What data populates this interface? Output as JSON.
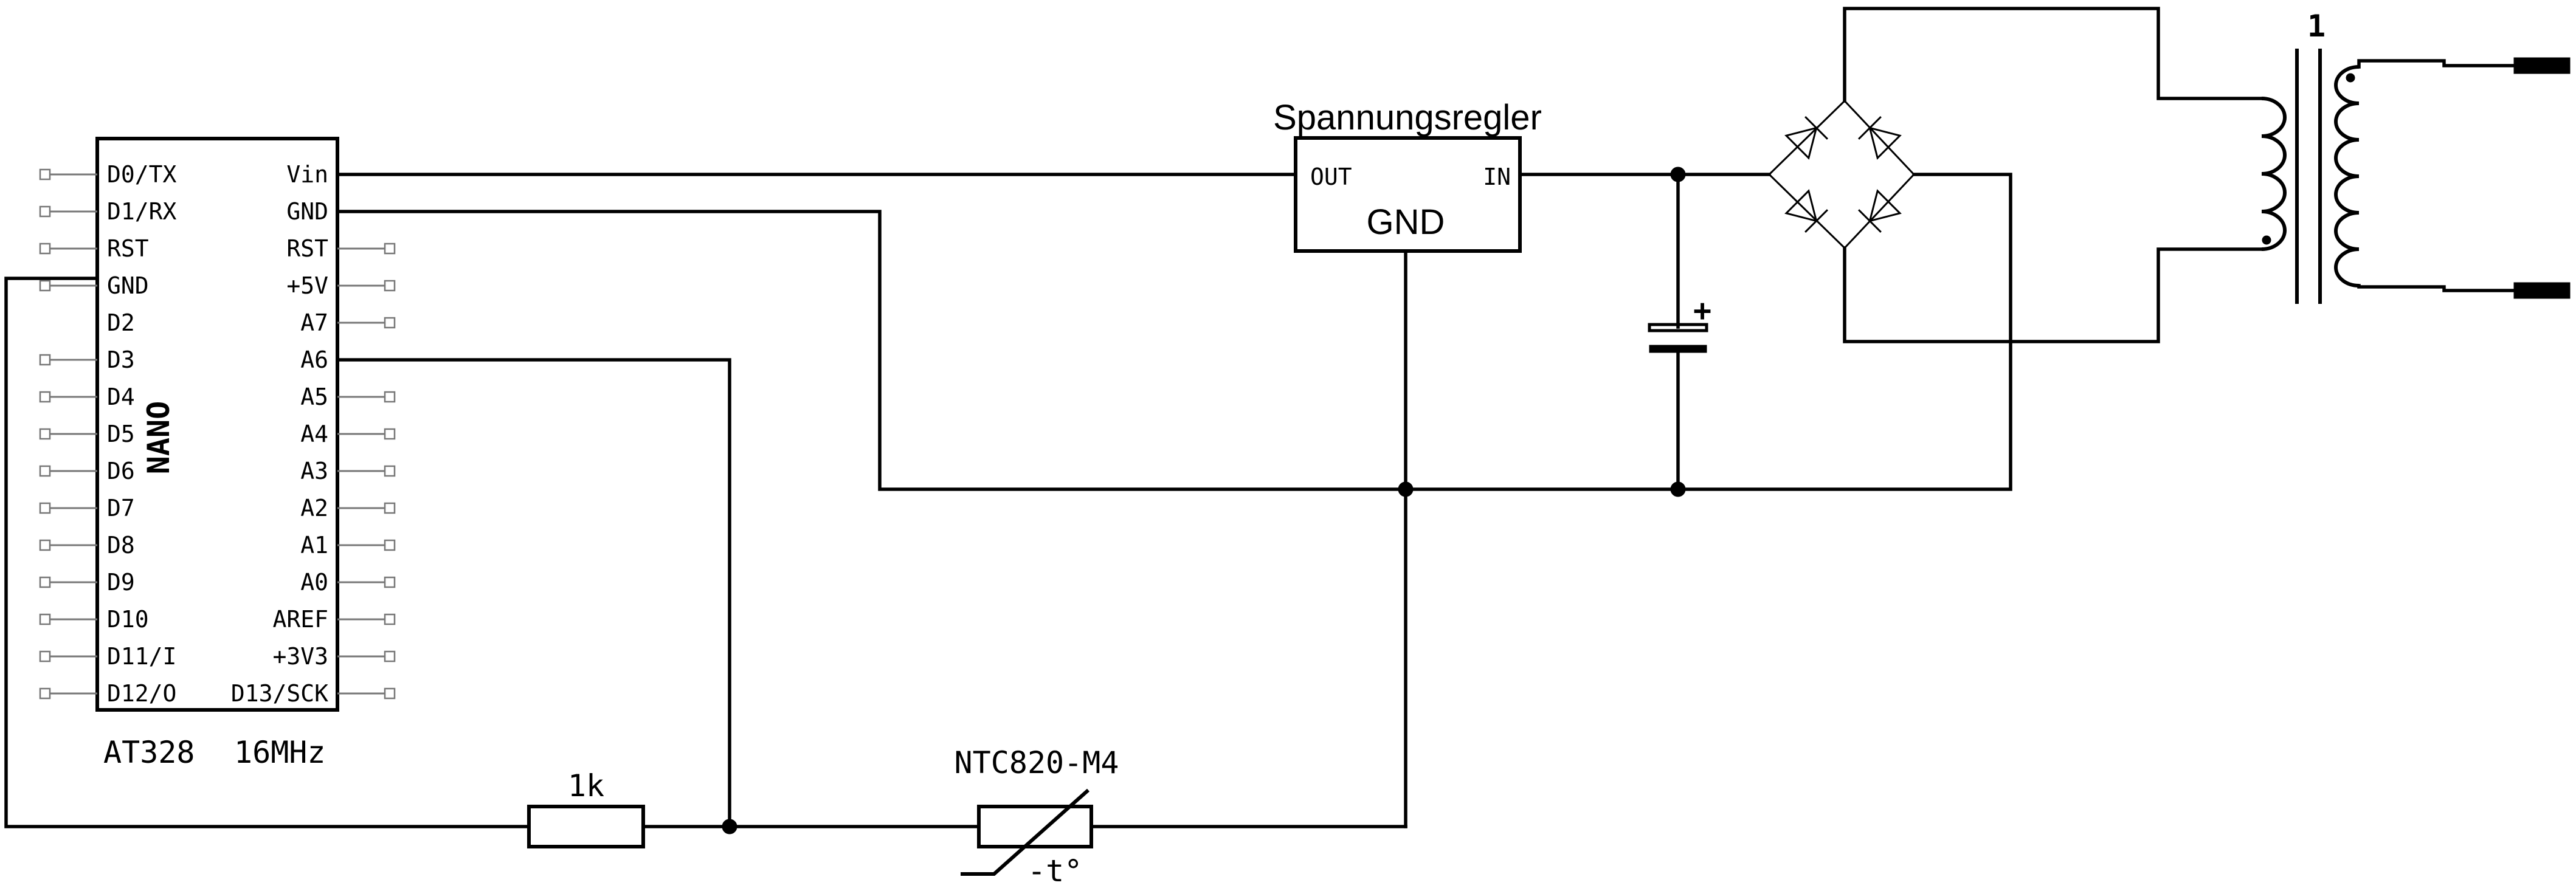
{
  "arduino": {
    "left_pins": [
      "D0/TX",
      "D1/RX",
      "RST",
      "GND",
      "D2",
      "D3",
      "D4",
      "D5",
      "D6",
      "D7",
      "D8",
      "D9",
      "D10",
      "D11/I",
      "D12/O"
    ],
    "right_pins": [
      "Vin",
      "GND",
      "RST",
      "+5V",
      "A7",
      "A6",
      "A5",
      "A4",
      "A3",
      "A2",
      "A1",
      "A0",
      "AREF",
      "+3V3",
      "D13/SCK"
    ],
    "name": "NANO",
    "chip": "AT328",
    "clock": "16MHz"
  },
  "regulator": {
    "title": "Spannungsregler",
    "out_label": "OUT",
    "in_label": "IN",
    "gnd_label": "GND"
  },
  "resistor": {
    "value": "1k"
  },
  "thermistor": {
    "value": "NTC820-M4",
    "temp_label": "-t°"
  },
  "capacitor": {
    "polarity": "+"
  },
  "transformer": {
    "label": "1"
  }
}
